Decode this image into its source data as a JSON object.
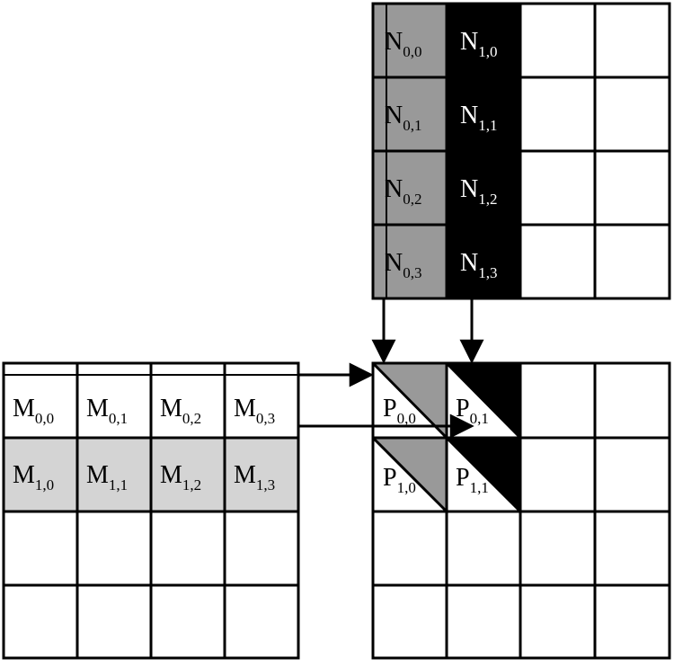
{
  "matrix_n": {
    "cells": [
      {
        "letter": "N",
        "sub": "0,0"
      },
      {
        "letter": "N",
        "sub": "1,0"
      },
      {
        "letter": "N",
        "sub": "0,1"
      },
      {
        "letter": "N",
        "sub": "1,1"
      },
      {
        "letter": "N",
        "sub": "0,2"
      },
      {
        "letter": "N",
        "sub": "1,2"
      },
      {
        "letter": "N",
        "sub": "0,3"
      },
      {
        "letter": "N",
        "sub": "1,3"
      }
    ]
  },
  "matrix_m": {
    "cells": [
      {
        "letter": "M",
        "sub": "0,0"
      },
      {
        "letter": "M",
        "sub": "0,1"
      },
      {
        "letter": "M",
        "sub": "0,2"
      },
      {
        "letter": "M",
        "sub": "0,3"
      },
      {
        "letter": "M",
        "sub": "1,0"
      },
      {
        "letter": "M",
        "sub": "1,1"
      },
      {
        "letter": "M",
        "sub": "1,2"
      },
      {
        "letter": "M",
        "sub": "1,3"
      }
    ]
  },
  "matrix_p": {
    "cells": [
      {
        "letter": "P",
        "sub": "0,0"
      },
      {
        "letter": "P",
        "sub": "0,1"
      },
      {
        "letter": "P",
        "sub": "1,0"
      },
      {
        "letter": "P",
        "sub": "1,1"
      }
    ]
  },
  "colors": {
    "grid_line": "#000000",
    "n_col0_fill": "#999999",
    "n_col1_fill": "#000000",
    "m_row1_fill": "#d4d4d4",
    "p_gray_triangle": "#999999",
    "p_black_triangle": "#000000",
    "background": "#ffffff"
  }
}
